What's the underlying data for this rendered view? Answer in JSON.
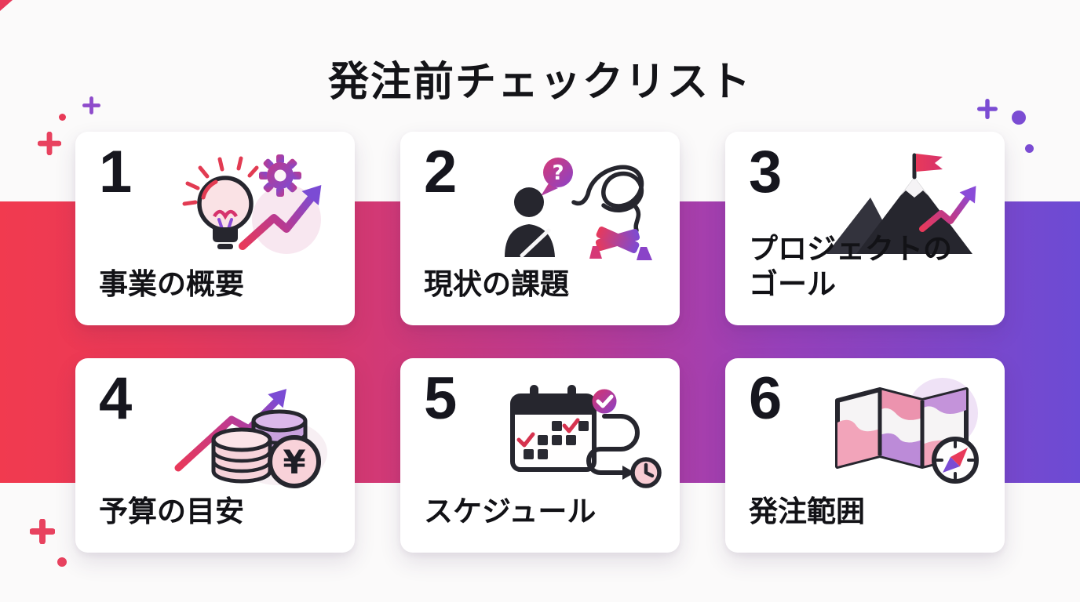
{
  "page": {
    "title": "発注前チェックリスト",
    "background": "#FBFAFA",
    "text_color": "#141418"
  },
  "band": {
    "gradient_start": "#F13A4F",
    "gradient_mid": "#C03A8E",
    "gradient_end": "#6C4BD4"
  },
  "checklist": {
    "items": [
      {
        "number": "1",
        "label": "事業の概要",
        "icon": "idea-growth-icon"
      },
      {
        "number": "2",
        "label": "現状の課題",
        "icon": "confused-person-icon"
      },
      {
        "number": "3",
        "label": "プロジェクトの\nゴール",
        "icon": "mountain-goal-icon"
      },
      {
        "number": "4",
        "label": "予算の目安",
        "icon": "coins-yen-icon"
      },
      {
        "number": "5",
        "label": "スケジュール",
        "icon": "calendar-clock-icon"
      },
      {
        "number": "6",
        "label": "発注範囲",
        "icon": "map-compass-icon"
      }
    ]
  },
  "decorations": {
    "red": "#E8425F",
    "purple": "#7B4CD3",
    "purple_alt": "#8E4BCB"
  }
}
